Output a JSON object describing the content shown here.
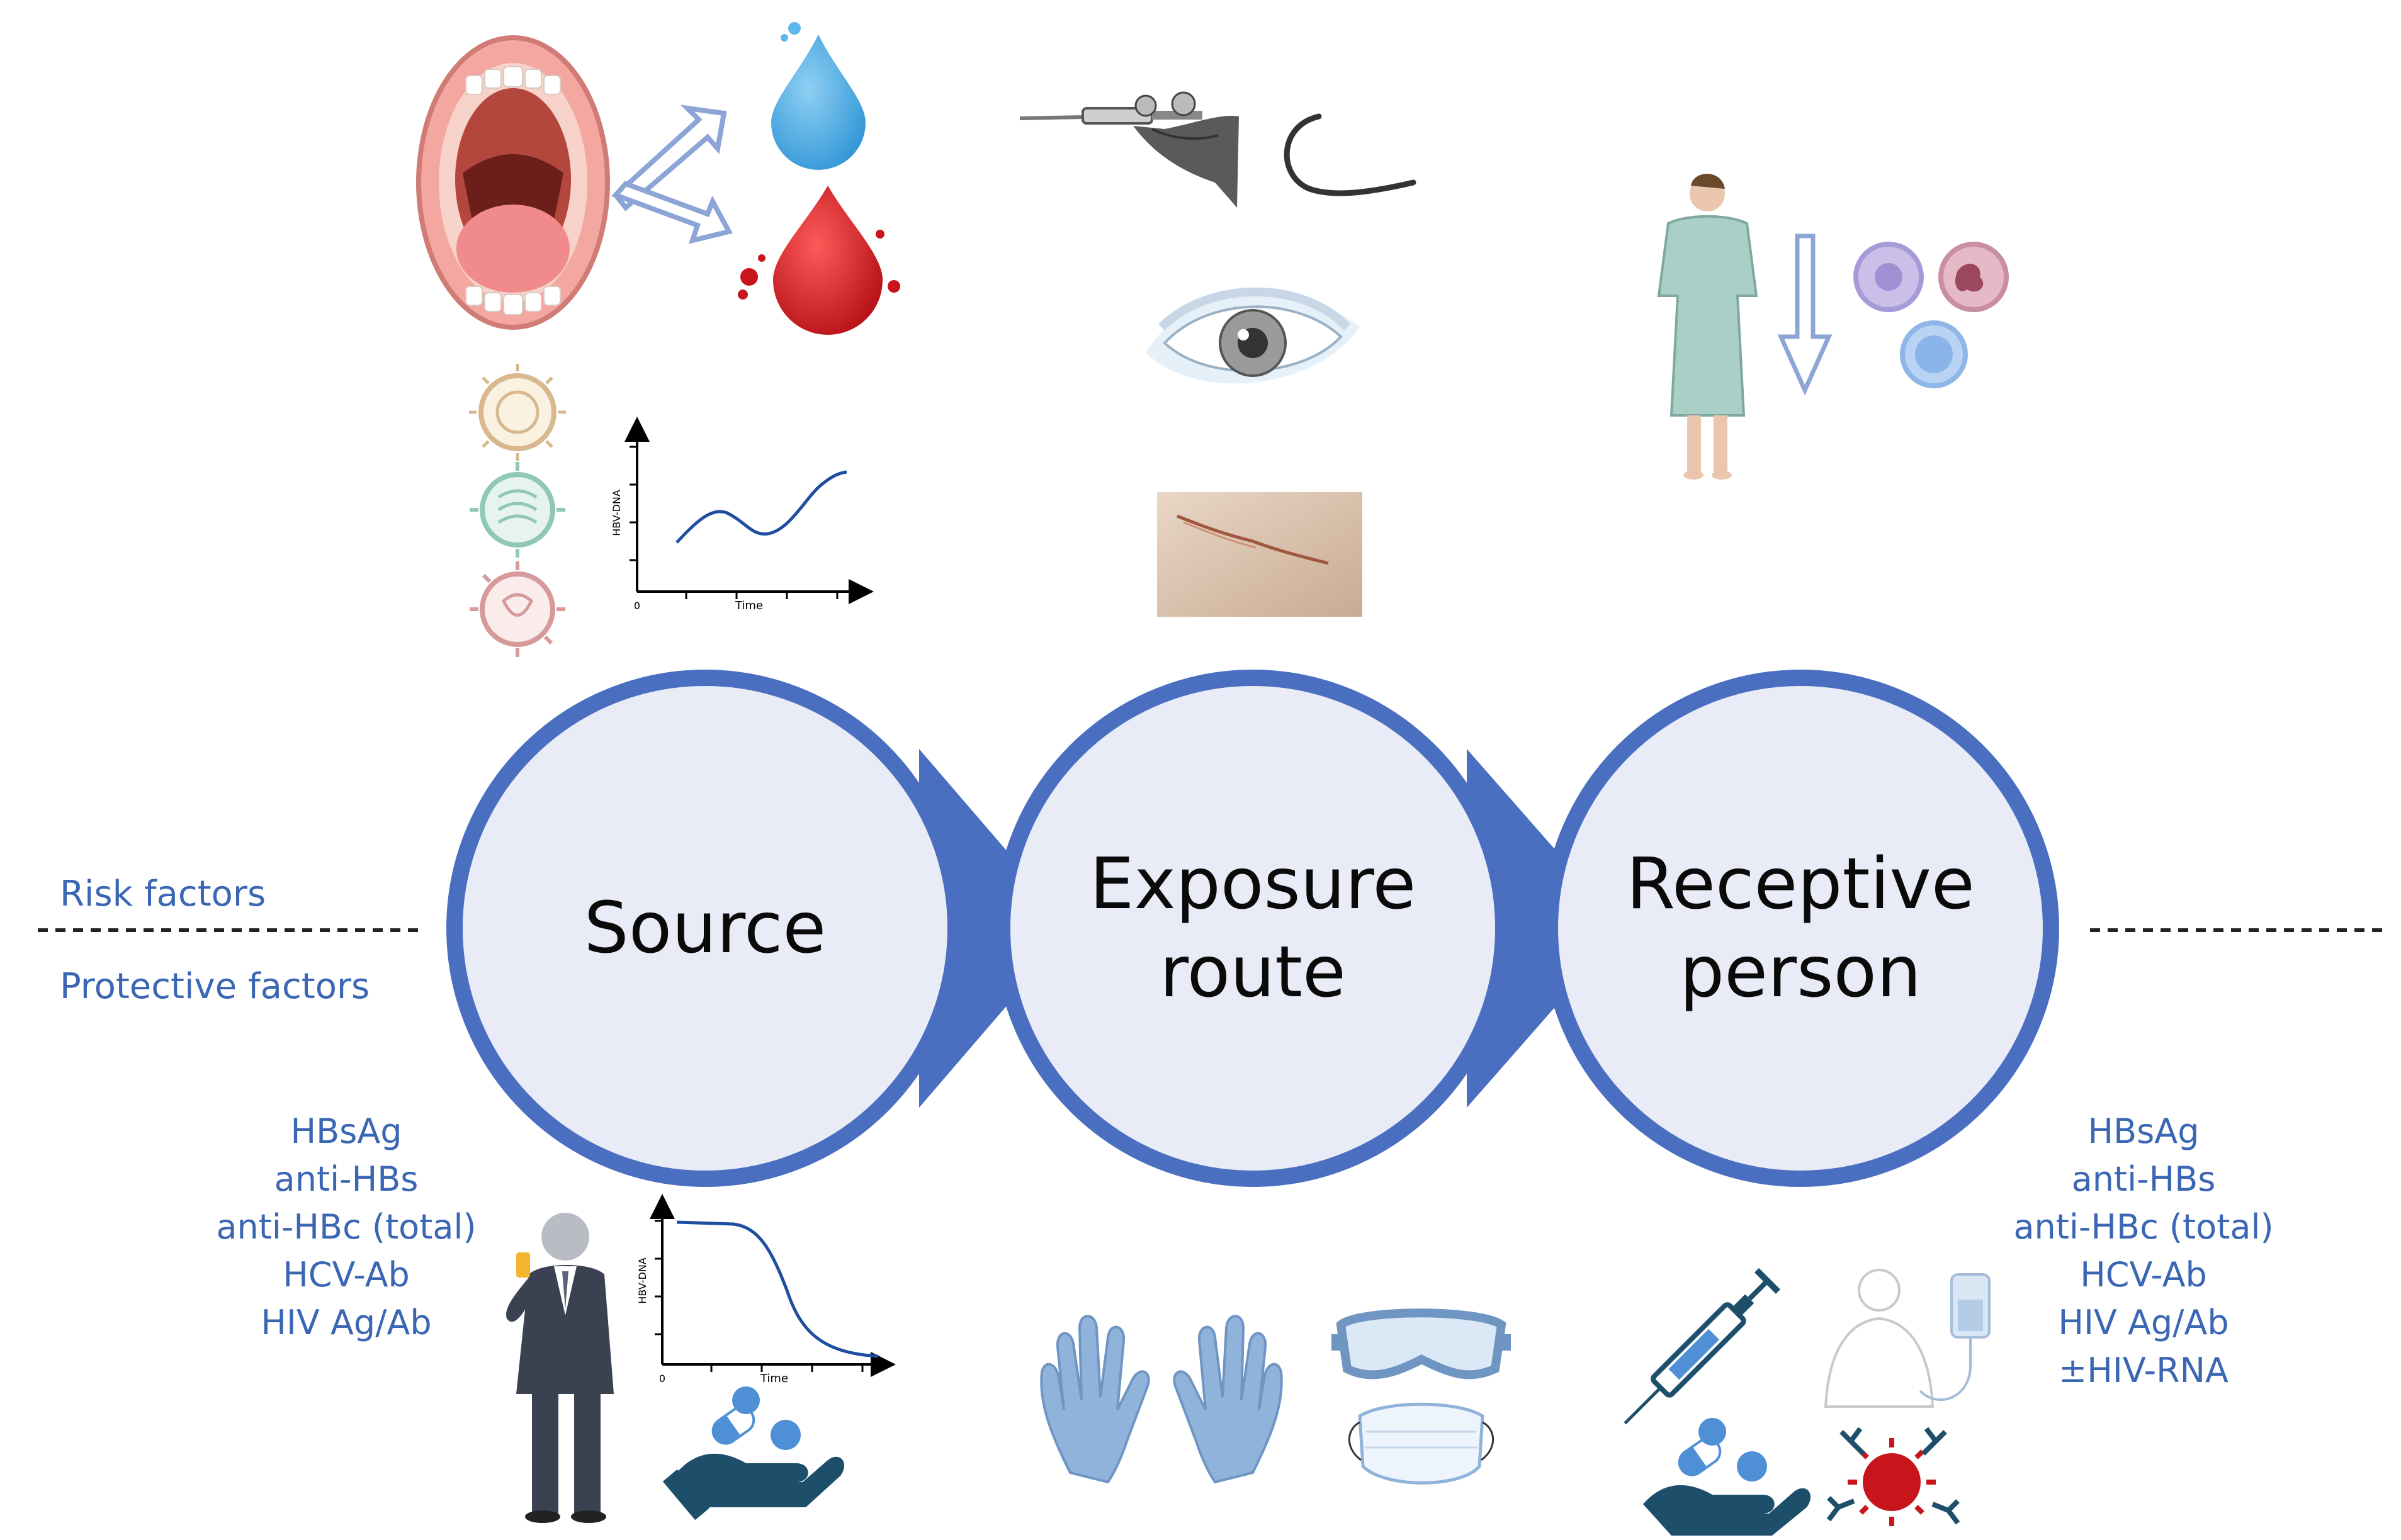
{
  "labels": {
    "risk_factors": "Risk factors",
    "protective_factors": "Protective factors"
  },
  "circles": {
    "source": "Source",
    "exposure_line1": "Exposure",
    "exposure_line2": "route",
    "receptive_line1": "Receptive",
    "receptive_line2": "person"
  },
  "source_tests": [
    "HBsAg",
    "anti-HBs",
    "anti-HBc (total)",
    "HCV-Ab",
    "HIV Ag/Ab"
  ],
  "receptive_tests": [
    "HBsAg",
    "anti-HBs",
    "anti-HBc (total)",
    "HCV-Ab",
    "HIV Ag/Ab",
    "±HIV-RNA"
  ],
  "charts": {
    "risk_chart": {
      "ylabel": "HBV-DNA",
      "xlabel": "Time",
      "xtick": "0"
    },
    "protect_chart": {
      "ylabel": "HBV-DNA",
      "xlabel": "Time",
      "xtick": "0"
    }
  },
  "colors": {
    "accent": "#3a66b3",
    "circle_fill": "#e9ecf7",
    "circle_stroke": "#4a6fc1",
    "curve": "#1f4ea0"
  },
  "icons": [
    "mouth-icon",
    "water-drop-icon",
    "blood-drop-icon",
    "virus-icon",
    "syringe-hand-icon",
    "suture-needle-icon",
    "eye-icon",
    "skin-cut-image",
    "patient-gown-icon",
    "immune-cells-icon",
    "businessman-icon",
    "pills-hand-icon",
    "gloves-icon",
    "goggles-icon",
    "face-mask-icon",
    "vaccine-syringe-icon",
    "iv-patient-icon",
    "antibody-virus-icon"
  ]
}
